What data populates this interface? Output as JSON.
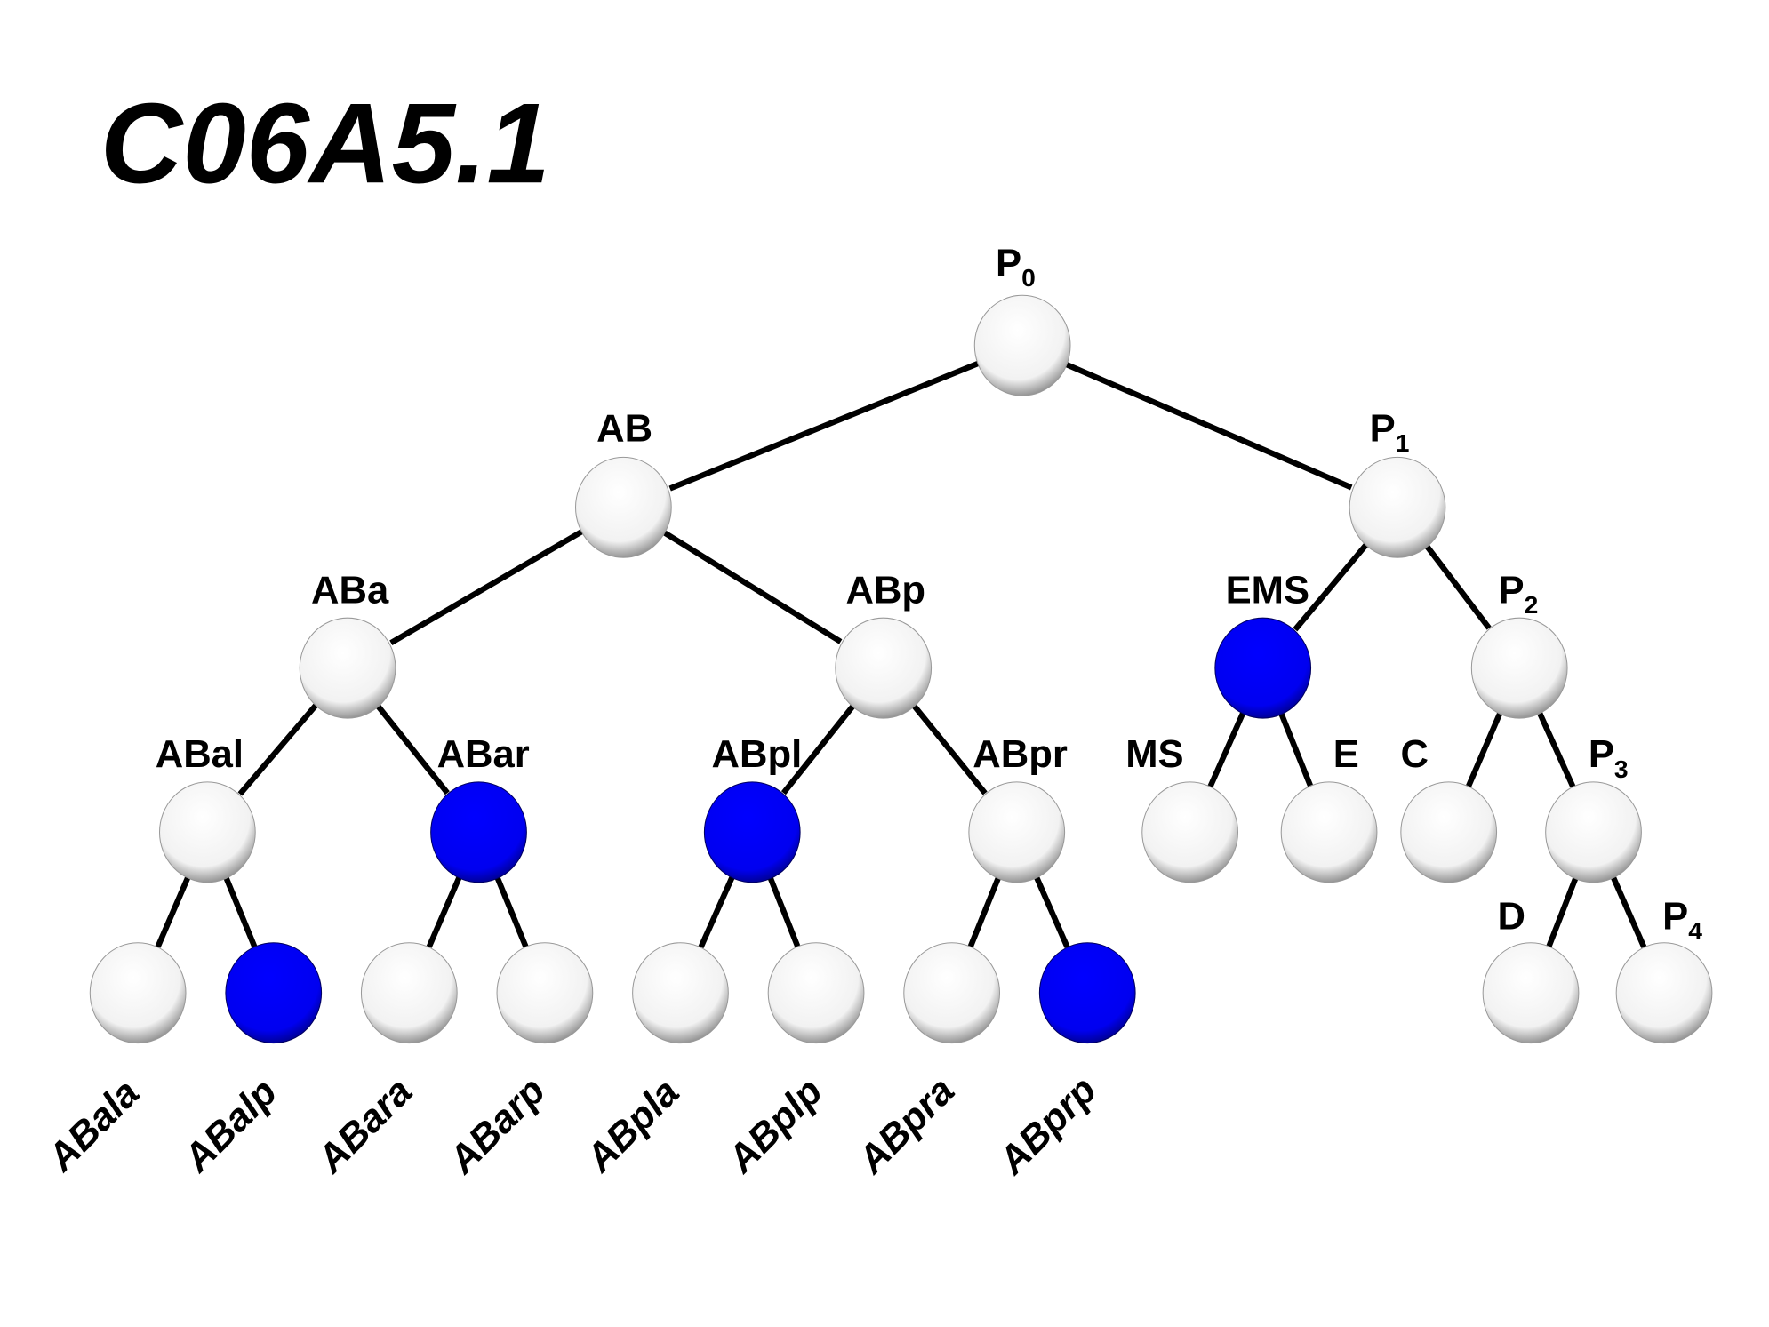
{
  "title": "C06A5.1",
  "colors": {
    "highlight": "#0000ff",
    "normal": "#ffffff",
    "edge": "#000000"
  },
  "nodes": [
    {
      "id": "P0",
      "main": "P",
      "sub": "0",
      "highlighted": false,
      "parent": null
    },
    {
      "id": "AB",
      "main": "AB",
      "sub": "",
      "highlighted": false,
      "parent": "P0"
    },
    {
      "id": "P1",
      "main": "P",
      "sub": "1",
      "highlighted": false,
      "parent": "P0"
    },
    {
      "id": "ABa",
      "main": "ABa",
      "sub": "",
      "highlighted": false,
      "parent": "AB"
    },
    {
      "id": "ABp",
      "main": "ABp",
      "sub": "",
      "highlighted": false,
      "parent": "AB"
    },
    {
      "id": "EMS",
      "main": "EMS",
      "sub": "",
      "highlighted": true,
      "parent": "P1"
    },
    {
      "id": "P2",
      "main": "P",
      "sub": "2",
      "highlighted": false,
      "parent": "P1"
    },
    {
      "id": "ABal",
      "main": "ABal",
      "sub": "",
      "highlighted": false,
      "parent": "ABa"
    },
    {
      "id": "ABar",
      "main": "ABar",
      "sub": "",
      "highlighted": true,
      "parent": "ABa"
    },
    {
      "id": "ABpl",
      "main": "ABpl",
      "sub": "",
      "highlighted": true,
      "parent": "ABp"
    },
    {
      "id": "ABpr",
      "main": "ABpr",
      "sub": "",
      "highlighted": false,
      "parent": "ABp"
    },
    {
      "id": "MS",
      "main": "MS",
      "sub": "",
      "highlighted": false,
      "parent": "EMS"
    },
    {
      "id": "E",
      "main": "E",
      "sub": "",
      "highlighted": false,
      "parent": "EMS"
    },
    {
      "id": "C",
      "main": "C",
      "sub": "",
      "highlighted": false,
      "parent": "P2"
    },
    {
      "id": "P3",
      "main": "P",
      "sub": "3",
      "highlighted": false,
      "parent": "P2"
    },
    {
      "id": "ABala",
      "main": "ABala",
      "sub": "",
      "highlighted": false,
      "parent": "ABal"
    },
    {
      "id": "ABalp",
      "main": "ABalp",
      "sub": "",
      "highlighted": true,
      "parent": "ABal"
    },
    {
      "id": "ABara",
      "main": "ABara",
      "sub": "",
      "highlighted": false,
      "parent": "ABar"
    },
    {
      "id": "ABarp",
      "main": "ABarp",
      "sub": "",
      "highlighted": false,
      "parent": "ABar"
    },
    {
      "id": "ABpla",
      "main": "ABpla",
      "sub": "",
      "highlighted": false,
      "parent": "ABpl"
    },
    {
      "id": "ABplp",
      "main": "ABplp",
      "sub": "",
      "highlighted": false,
      "parent": "ABpl"
    },
    {
      "id": "ABpra",
      "main": "ABpra",
      "sub": "",
      "highlighted": false,
      "parent": "ABpr"
    },
    {
      "id": "ABprp",
      "main": "ABprp",
      "sub": "",
      "highlighted": true,
      "parent": "ABpr"
    },
    {
      "id": "D",
      "main": "D",
      "sub": "",
      "highlighted": false,
      "parent": "P3"
    },
    {
      "id": "P4",
      "main": "P",
      "sub": "4",
      "highlighted": false,
      "parent": "P3"
    }
  ]
}
